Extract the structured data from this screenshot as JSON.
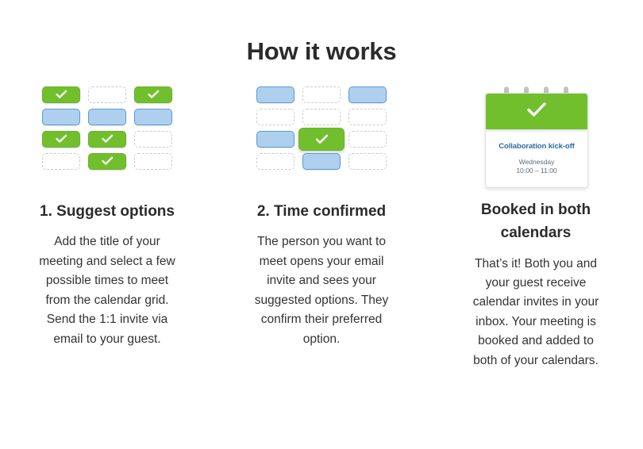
{
  "header": {
    "title": "How it works"
  },
  "steps": [
    {
      "id": "suggest-options",
      "title": "1. Suggest options",
      "body": "Add the title of your meeting and select a few possible times to meet from the calendar grid. Send the 1:1 invite via email to your guest.",
      "illustration": {
        "type": "calendar-grid",
        "cells": [
          "green-check",
          "empty",
          "green-check",
          "blue",
          "blue",
          "blue",
          "green-check",
          "green-check",
          "empty",
          "empty",
          "green-check",
          "empty"
        ]
      }
    },
    {
      "id": "time-confirmed",
      "title": "2. Time confirmed",
      "body": "The person you want to meet opens your email invite and sees your suggested options. They confirm their preferred option.",
      "illustration": {
        "type": "calendar-grid",
        "cells": [
          "blue",
          "empty",
          "blue",
          "empty",
          "empty",
          "empty",
          "blue",
          "green-check-large",
          "empty",
          "empty",
          "blue",
          "empty"
        ]
      }
    },
    {
      "id": "booked-in-both-calendars",
      "title": "Booked in both calendars",
      "body": "That’s it! Both you and your guest receive calendar invites in your inbox. Your meeting is booked and added to both of your calendars.",
      "illustration": {
        "type": "calendar-card",
        "rings": 4,
        "event_title": "Collaboration kick-off",
        "event_day": "Wednesday",
        "event_time": "10:00 – 11:00"
      }
    }
  ],
  "colors": {
    "green": "#72bf2e",
    "blue_fill": "#aed0ee",
    "blue_border": "#5b9bd5",
    "empty_border": "#cbcbcb",
    "title_text": "#2b2b2b",
    "event_title_text": "#2d6ca2",
    "event_meta_text": "#5a6b7b",
    "background": "#ffffff"
  },
  "icons": {
    "check": "check-icon"
  }
}
